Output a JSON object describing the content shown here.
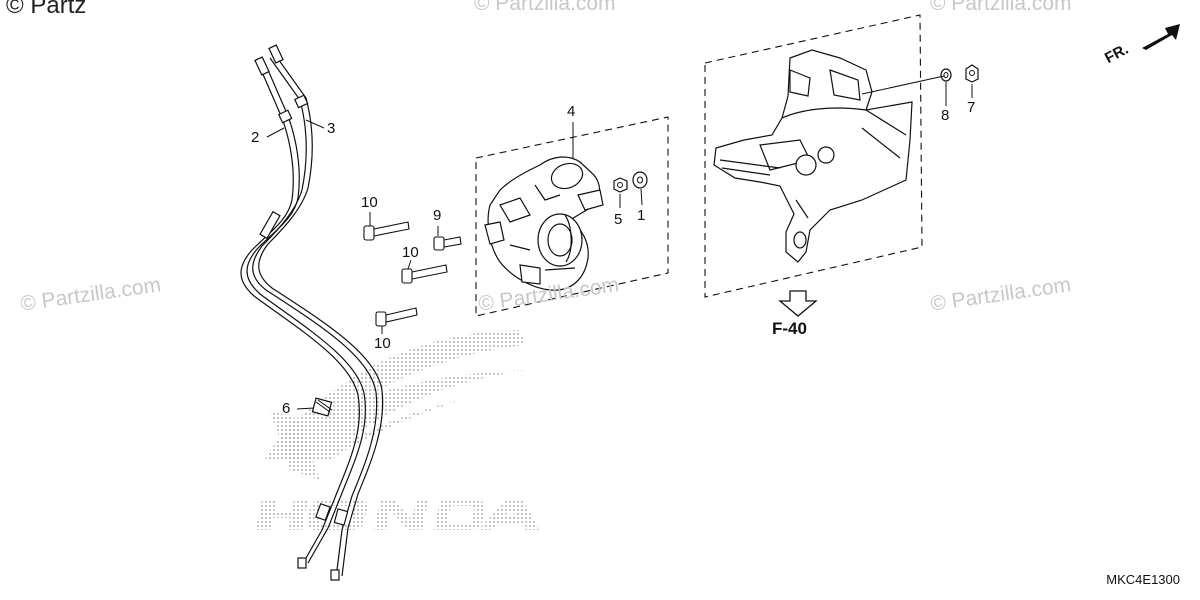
{
  "watermarks": {
    "top_left": "© Partz",
    "top_center": "© Partzilla.com",
    "top_right": "© Partzilla.com",
    "mid_left": "© Partzilla.com",
    "mid_center": "© Partzilla.com",
    "mid_right": "© Partzilla.com"
  },
  "brand": {
    "name": "HONDA"
  },
  "callouts": {
    "p1": "1",
    "p2": "2",
    "p3": "3",
    "p4": "4",
    "p5": "5",
    "p6": "6",
    "p7": "7",
    "p8": "8",
    "p9": "9",
    "p10a": "10",
    "p10b": "10",
    "p10c": "10"
  },
  "reference": {
    "section": "F-40",
    "direction": "FR."
  },
  "diagram_code": "MKC4E1300",
  "colors": {
    "line": "#111111",
    "watermark": "#c8c8c8",
    "logo_dots": "#9a9a9a"
  }
}
